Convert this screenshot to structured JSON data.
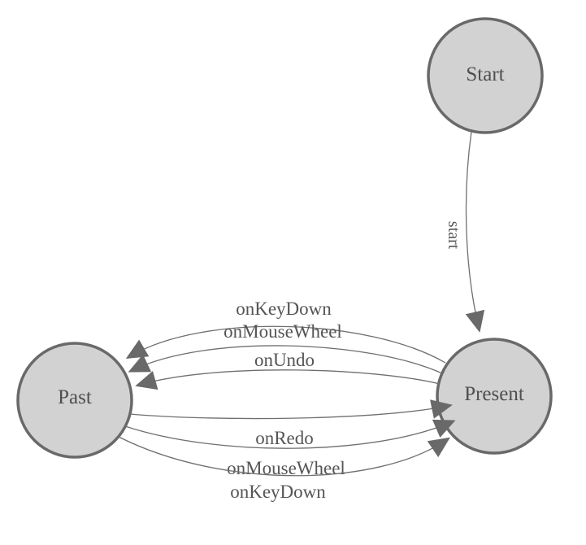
{
  "diagram": {
    "type": "state-machine",
    "background": "#ffffff",
    "colors": {
      "node_fill": "#d2d2d2",
      "node_stroke": "#696969",
      "edge_line": "#6f6f6f",
      "arrowhead": "#696969",
      "label_text": "#4f4f4f"
    },
    "nodes": [
      {
        "id": "start",
        "label": "Start"
      },
      {
        "id": "past",
        "label": "Past"
      },
      {
        "id": "present",
        "label": "Present"
      }
    ],
    "edges": [
      {
        "from": "Start",
        "to": "Present",
        "label": "start"
      },
      {
        "from": "Present",
        "to": "Past",
        "label": "onKeyDown"
      },
      {
        "from": "Present",
        "to": "Past",
        "label": "onMouseWheel"
      },
      {
        "from": "Present",
        "to": "Past",
        "label": "onUndo"
      },
      {
        "from": "Past",
        "to": "Present",
        "label": "onRedo"
      },
      {
        "from": "Past",
        "to": "Present",
        "label": "onMouseWheel"
      },
      {
        "from": "Past",
        "to": "Present",
        "label": "onKeyDown"
      }
    ]
  }
}
